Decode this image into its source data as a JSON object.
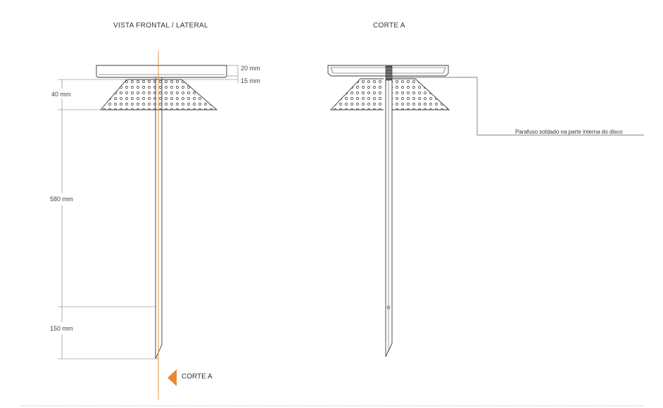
{
  "views": {
    "front": {
      "title": "VISTA FRONTAL / LATERAL",
      "dims": {
        "disc_height": "20 mm",
        "gap": "15 mm",
        "cone_height": "40 mm",
        "shaft_length": "580 mm",
        "tip_length": "150 mm"
      },
      "section_marker": "CORTE A"
    },
    "section": {
      "title": "CORTE A",
      "note": "Parafuso soldado na parte interna do disco"
    }
  },
  "colors": {
    "line": "#3a3a3a",
    "dim_line": "#777777",
    "axis": "#e8892b",
    "marker": "#e8892b",
    "border": "#9a9a9a"
  },
  "icons": {
    "section_marker": "orange-triangle-left-icon"
  }
}
